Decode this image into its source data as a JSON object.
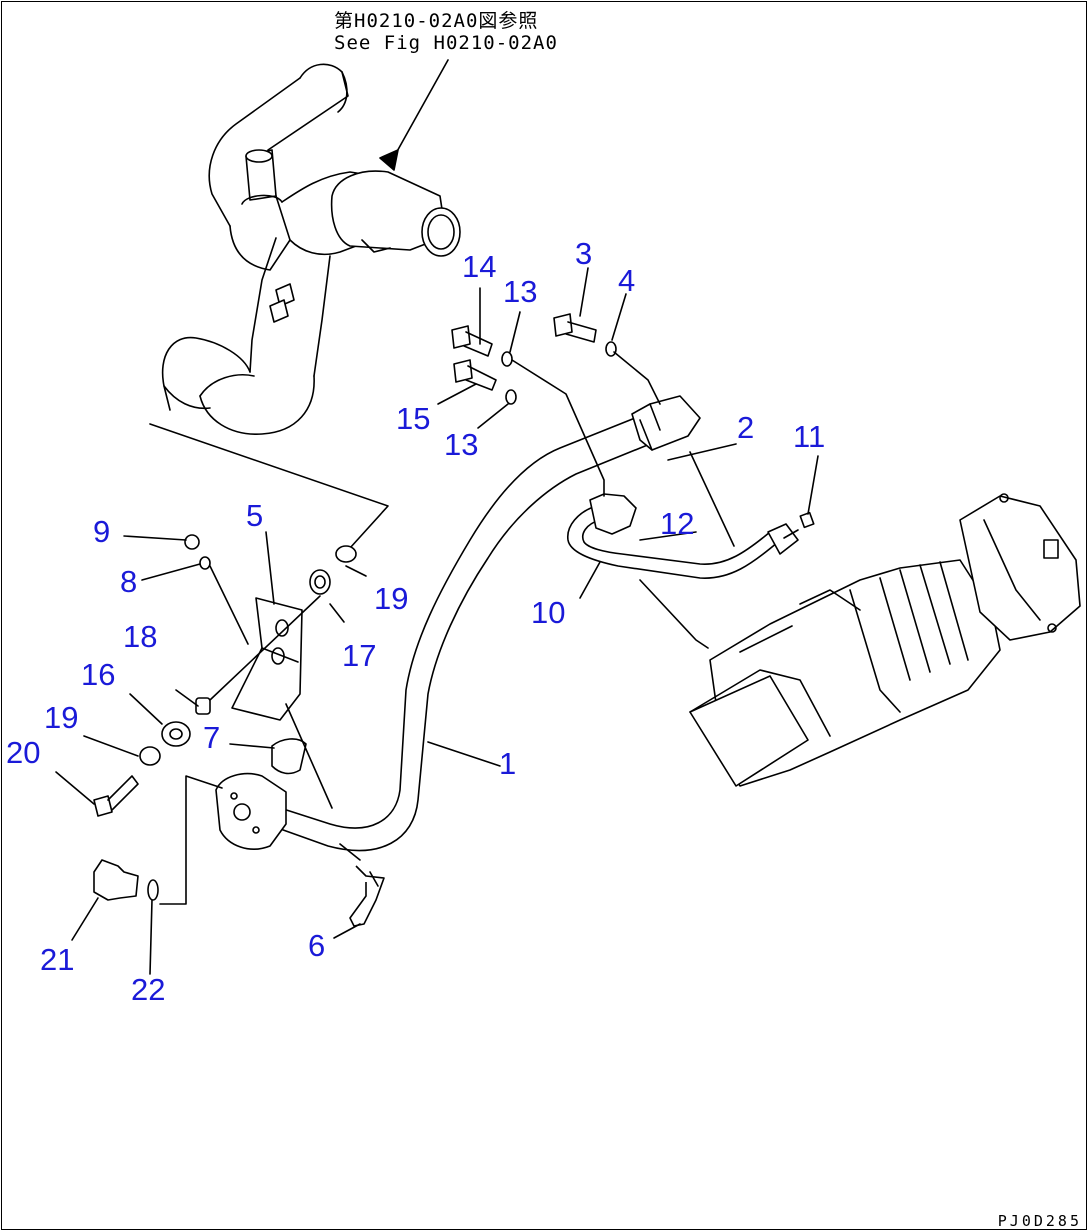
{
  "header": {
    "line1": "第H0210-02A0図参照",
    "line2": "See Fig H0210-02A0"
  },
  "drawing_code": "PJ0D285",
  "callouts": {
    "c1": "1",
    "c2": "2",
    "c3": "3",
    "c4": "4",
    "c5": "5",
    "c6": "6",
    "c7": "7",
    "c8": "8",
    "c9": "9",
    "c10": "10",
    "c11": "11",
    "c12": "12",
    "c13a": "13",
    "c13b": "13",
    "c14": "14",
    "c15": "15",
    "c16": "16",
    "c17": "17",
    "c18": "18",
    "c19a": "19",
    "c19b": "19",
    "c20": "20",
    "c21": "21",
    "c22": "22"
  },
  "colors": {
    "callout": "#1a1ad8",
    "lines": "#000000",
    "background": "#ffffff"
  }
}
